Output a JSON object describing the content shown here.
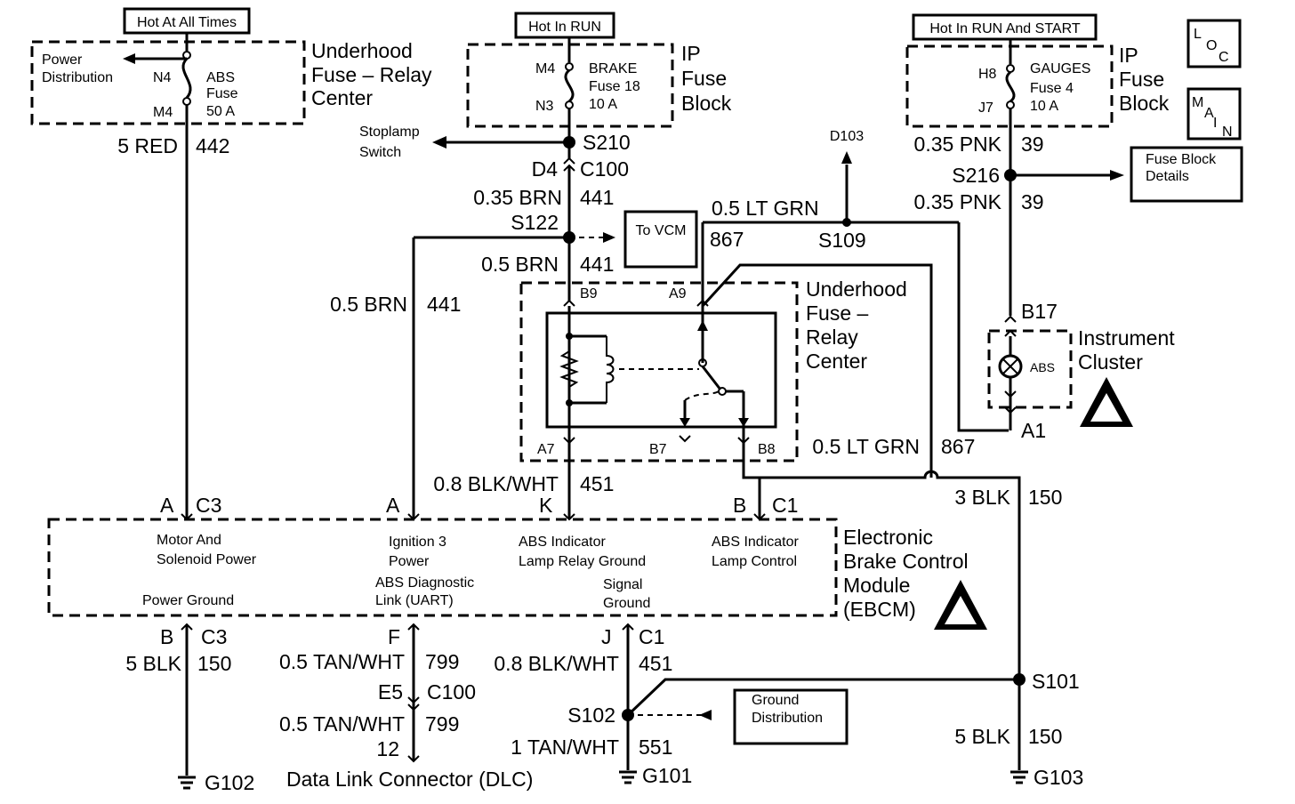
{
  "power_sources": {
    "hot_at_all_times": "Hot At All Times",
    "hot_in_run": "Hot In RUN",
    "hot_in_run_and_start": "Hot In RUN And START"
  },
  "underhood_fuse_block": {
    "title": "Underhood Fuse – Relay Center",
    "lines": [
      "Underhood",
      "Fuse – Relay",
      "Center"
    ],
    "fuse_name": "ABS",
    "fuse_word": "Fuse",
    "fuse_rating": "50 A",
    "term_in": "N4",
    "term_out": "M4",
    "power_distribution": [
      "Power",
      "Distribution"
    ]
  },
  "ip_fuse_block_brake": {
    "lines": [
      "IP",
      "Fuse",
      "Block"
    ],
    "fuse_name": "BRAKE",
    "fuse_number": "Fuse 18",
    "fuse_rating": "10 A",
    "term_in": "M4",
    "term_out": "N3"
  },
  "ip_fuse_block_gauges": {
    "lines": [
      "IP",
      "Fuse",
      "Block"
    ],
    "fuse_name": "GAUGES",
    "fuse_number": "Fuse 4",
    "fuse_rating": "10 A",
    "term_in": "H8",
    "term_out": "J7"
  },
  "loc_icon": {
    "letters": [
      "L",
      "O",
      "C"
    ]
  },
  "main_icon": {
    "letters": [
      "M",
      "A",
      "I",
      "N"
    ]
  },
  "stoplamp_switch": [
    "Stoplamp",
    "Switch"
  ],
  "fuse_block_details": [
    "Fuse Block",
    "Details"
  ],
  "to_vcm": "To VCM",
  "ground_distribution": [
    "Ground",
    "Distribution"
  ],
  "splices": {
    "s210": "S210",
    "s122": "S122",
    "s109": "S109",
    "s216": "S216",
    "s101": "S101",
    "s102": "S102",
    "d103": "D103"
  },
  "connectors": {
    "d4": "D4",
    "c100": "C100",
    "b9": "B9",
    "a9": "A9",
    "a7": "A7",
    "b7": "B7",
    "b8": "B8",
    "b17": "B17",
    "a1": "A1",
    "a_c3": "A",
    "c3_top": "C3",
    "a_ign": "A",
    "k": "K",
    "b_c1": "B",
    "c1_top": "C1",
    "b_bot": "B",
    "c3_bot": "C3",
    "f": "F",
    "j": "J",
    "c1_bot": "C1",
    "e5": "E5",
    "c100_bot": "C100",
    "pin12": "12"
  },
  "wires": {
    "w442_color": "5 RED",
    "w442_num": "442",
    "w441a_color": "0.35 BRN",
    "w441a_num": "441",
    "w441b_color": "0.5 BRN",
    "w441b_num": "441",
    "w441c_color": "0.5 BRN",
    "w441c_num": "441",
    "w867a_color": "0.5 LT GRN",
    "w867a_num": "867",
    "w867b_color": "0.5 LT GRN",
    "w867b_num": "867",
    "w39a_color": "0.35 PNK",
    "w39a_num": "39",
    "w39b_color": "0.35 PNK",
    "w39b_num": "39",
    "w451a_color": "0.8 BLK/WHT",
    "w451a_num": "451",
    "w150a_color": "3 BLK",
    "w150a_num": "150",
    "w150b_color": "5 BLK",
    "w150b_num": "150",
    "w799a_color": "0.5 TAN/WHT",
    "w799a_num": "799",
    "w451b_color": "0.8 BLK/WHT",
    "w451b_num": "451",
    "w799b_color": "0.5 TAN/WHT",
    "w799b_num": "799",
    "w551_color": "1 TAN/WHT",
    "w551_num": "551",
    "w150c_color": "5 BLK",
    "w150c_num": "150"
  },
  "relay_center": {
    "lines": [
      "Underhood",
      "Fuse –",
      "Relay",
      "Center"
    ]
  },
  "instrument_cluster": {
    "lines": [
      "Instrument",
      "Cluster"
    ],
    "lamp": "ABS"
  },
  "ebcm": {
    "lines": [
      "Electronic",
      "Brake Control",
      "Module",
      "(EBCM)"
    ],
    "motor_power": [
      "Motor And",
      "Solenoid Power"
    ],
    "power_ground": "Power Ground",
    "ignition": [
      "Ignition 3",
      "Power"
    ],
    "diag_link": [
      "ABS Diagnostic",
      "Link (UART)"
    ],
    "relay_ground": [
      "ABS Indicator",
      "Lamp Relay Ground"
    ],
    "signal_ground": [
      "Signal",
      "Ground"
    ],
    "lamp_control": [
      "ABS Indicator",
      "Lamp Control"
    ]
  },
  "grounds": {
    "g102": "G102",
    "g101": "G101",
    "g103": "G103"
  },
  "dlc": "Data Link Connector (DLC)"
}
